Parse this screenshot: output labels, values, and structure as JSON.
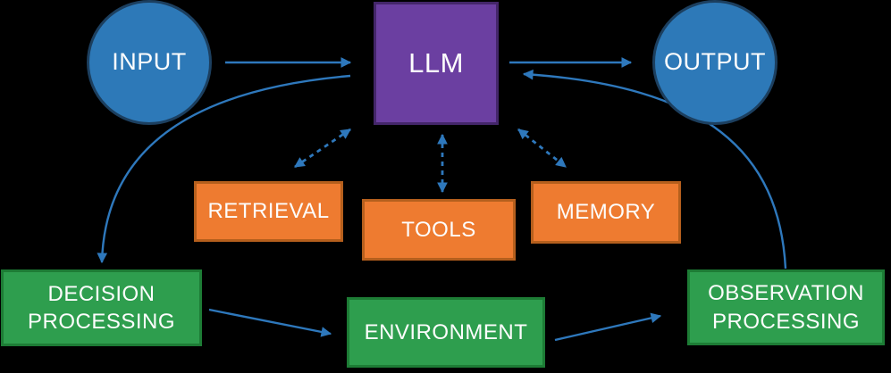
{
  "diagram": {
    "background_color": "#000000",
    "arrow_color": "#2e78bc",
    "text_color": "#fdfdfd",
    "nodes": {
      "input": {
        "label": "INPUT",
        "shape": "circle",
        "fill": "#2d79b8",
        "border": "#1c3f5f"
      },
      "llm": {
        "label": "LLM",
        "shape": "square",
        "fill": "#6b3fa1",
        "border": "#44266a"
      },
      "output": {
        "label": "OUTPUT",
        "shape": "circle",
        "fill": "#2d79b8",
        "border": "#1c3f5f"
      },
      "retrieval": {
        "label": "RETRIEVAL",
        "shape": "rectangle",
        "fill": "#ee7b30",
        "border": "#b55f1d"
      },
      "tools": {
        "label": "TOOLS",
        "shape": "rectangle",
        "fill": "#ee7b30",
        "border": "#b55f1d"
      },
      "memory": {
        "label": "MEMORY",
        "shape": "rectangle",
        "fill": "#ee7b30",
        "border": "#b55f1d"
      },
      "decision_processing": {
        "label": "DECISION PROCESSING",
        "shape": "rectangle",
        "fill": "#2e9e4e",
        "border": "#1d7c35"
      },
      "environment": {
        "label": "ENVIRONMENT",
        "shape": "rectangle",
        "fill": "#2e9e4e",
        "border": "#1d7c35"
      },
      "observation_processing": {
        "label": "OBSERVATION PROCESSING",
        "shape": "rectangle",
        "fill": "#2e9e4e",
        "border": "#1d7c35"
      }
    },
    "edges": [
      {
        "from": "INPUT",
        "to": "LLM",
        "style": "solid",
        "arrows": "one-way"
      },
      {
        "from": "LLM",
        "to": "OUTPUT",
        "style": "solid",
        "arrows": "one-way"
      },
      {
        "from": "OBSERVATION PROCESSING",
        "to": "LLM",
        "style": "solid-curve",
        "arrows": "one-way"
      },
      {
        "from": "LLM",
        "to": "DECISION PROCESSING",
        "style": "solid-curve",
        "arrows": "one-way"
      },
      {
        "from": "DECISION PROCESSING",
        "to": "ENVIRONMENT",
        "style": "solid",
        "arrows": "one-way"
      },
      {
        "from": "ENVIRONMENT",
        "to": "OBSERVATION PROCESSING",
        "style": "solid",
        "arrows": "one-way"
      },
      {
        "from": "LLM",
        "to": "RETRIEVAL",
        "style": "dashed",
        "arrows": "two-way"
      },
      {
        "from": "LLM",
        "to": "TOOLS",
        "style": "dashed",
        "arrows": "two-way"
      },
      {
        "from": "LLM",
        "to": "MEMORY",
        "style": "dashed",
        "arrows": "two-way"
      }
    ]
  }
}
